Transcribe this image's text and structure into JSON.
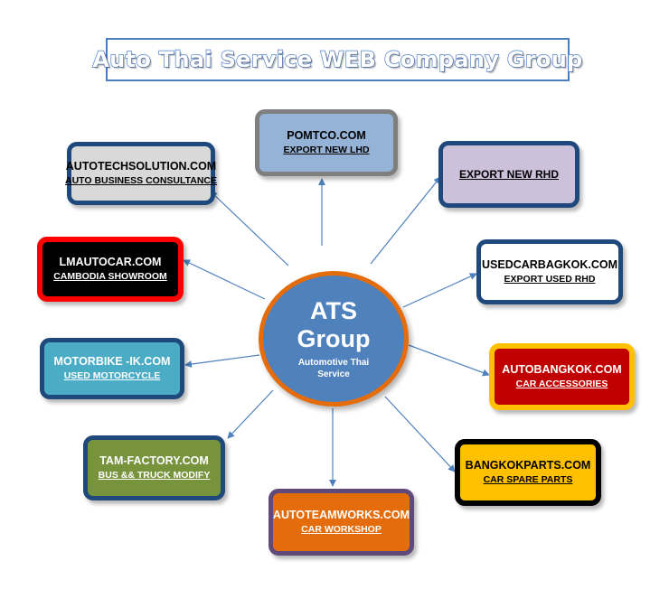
{
  "title": "Auto Thai Service WEB Company Group",
  "center": {
    "line1": "ATS",
    "line2": "Group",
    "line3": "Automotive Thai",
    "line4": "Service"
  },
  "nodes": [
    {
      "id": "pomtco",
      "name": "POMTCO.COM",
      "sub": "EXPORT NEW LHD",
      "bg": "#95b3d7",
      "border": "#7f7f7f",
      "text": "#000000"
    },
    {
      "id": "autotechsolution",
      "name": "AUTOTECHSOLUTION.COM",
      "sub": "AUTO BUSINESS CONSULTANCE",
      "bg": "#d9d9d9",
      "border": "#1f497d",
      "text": "#000000"
    },
    {
      "id": "export-rhd",
      "name": "",
      "sub": "EXPORT  NEW RHD",
      "bg": "#ccc0da",
      "border": "#1f497d",
      "text": "#000000"
    },
    {
      "id": "lmautocar",
      "name": "LMAUTOCAR.COM",
      "sub": "CAMBODIA SHOWROOM",
      "bg": "#000000",
      "border": "#ff0000",
      "text": "#ffffff"
    },
    {
      "id": "usedcarbagkok",
      "name": "USEDCARBAGKOK.COM",
      "sub": "EXPORT USED RHD",
      "bg": "#ffffff",
      "border": "#1f497d",
      "text": "#000000"
    },
    {
      "id": "motorbike",
      "name": "MOTORBIKE -IK.COM",
      "sub": "USED  MOTORCYCLE",
      "bg": "#4bacc6",
      "border": "#1f497d",
      "text": "#ffffff"
    },
    {
      "id": "autobangkok",
      "name": "AUTOBANGKOK.COM",
      "sub": "CAR  ACCESSORIES",
      "bg": "#c00000",
      "border": "#ffc000",
      "text": "#ffffff"
    },
    {
      "id": "tamfactory",
      "name": "TAM-FACTORY.COM",
      "sub": "BUS && TRUCK MODIFY",
      "bg": "#77933c",
      "border": "#1f497d",
      "text": "#ffffff"
    },
    {
      "id": "bangkokparts",
      "name": "BANGKOKPARTS.COM",
      "sub": "CAR SPARE PARTS",
      "bg": "#ffc000",
      "border": "#000000",
      "text": "#000000"
    },
    {
      "id": "autoteamworks",
      "name": "AUTOTEAMWORKS.COM",
      "sub": "CAR  WORKSHOP",
      "bg": "#e46c0a",
      "border": "#604a7b",
      "text": "#ffffff"
    }
  ],
  "colors": {
    "connector": "#4f81bd",
    "title_outline": "#4f7fc9"
  }
}
